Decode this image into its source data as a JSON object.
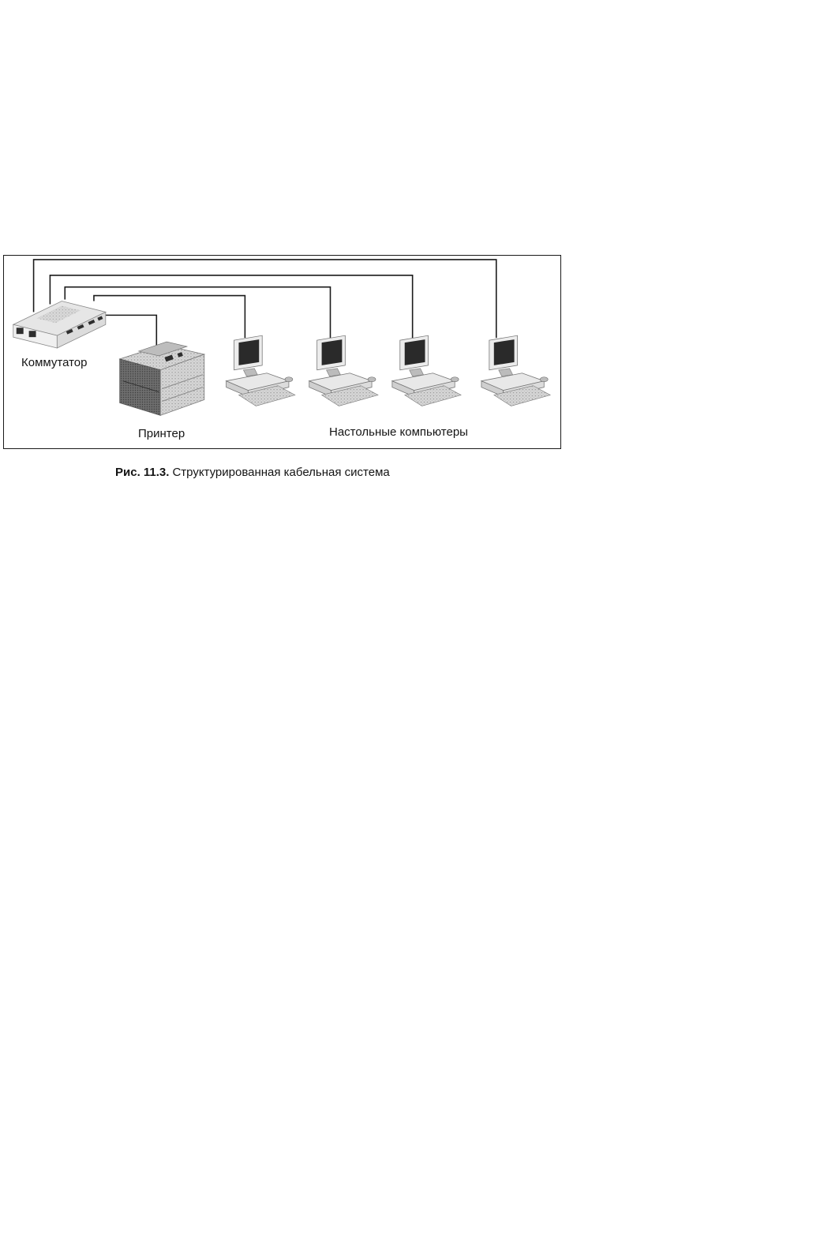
{
  "diagram": {
    "labels": {
      "switch": "Коммутатор",
      "printer": "Принтер",
      "desktops": "Настольные компьютеры"
    },
    "devices": {
      "switch": "switch-icon",
      "printer": "printer-icon",
      "desktops": [
        "desktop-computer-icon",
        "desktop-computer-icon",
        "desktop-computer-icon",
        "desktop-computer-icon"
      ]
    },
    "colors": {
      "line": "#1a1a1a",
      "device_light": "#e4e4e4",
      "device_mid": "#9c9c9c",
      "device_dark": "#3a3a3a"
    }
  },
  "caption": {
    "number": "Рис. 11.3.",
    "text": "Структурированная кабельная система"
  }
}
